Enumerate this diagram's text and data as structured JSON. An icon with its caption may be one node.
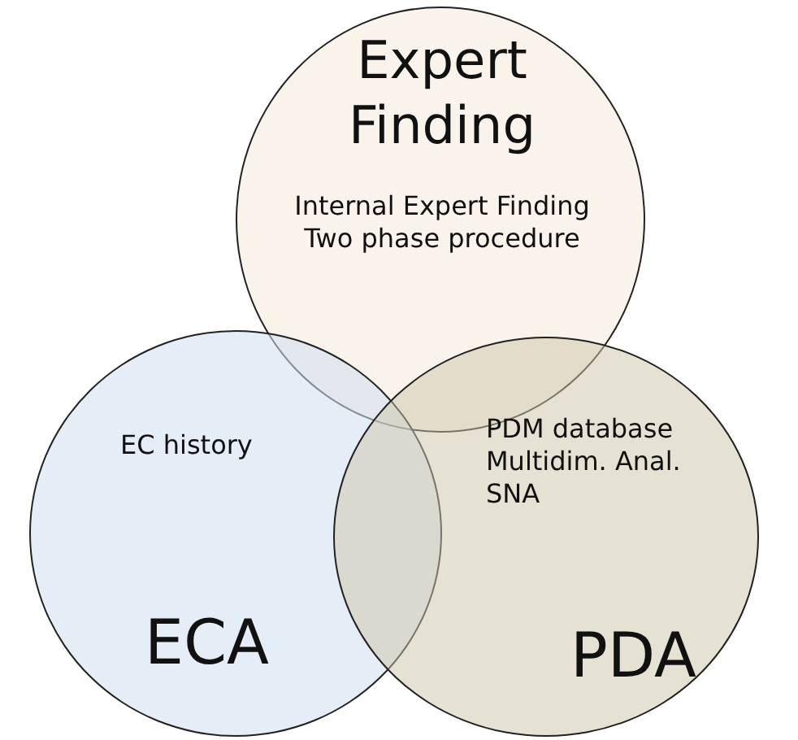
{
  "diagram": {
    "nodes": [
      {
        "text": [
          "Expert Finding",
          "Internal Expert Finding Two phase procedure"
        ]
      },
      {
        "text": [
          "EC history",
          "ECA"
        ]
      },
      {
        "text": [
          "PDM database Multidim. Anal. SNA",
          "PDA"
        ]
      }
    ]
  }
}
